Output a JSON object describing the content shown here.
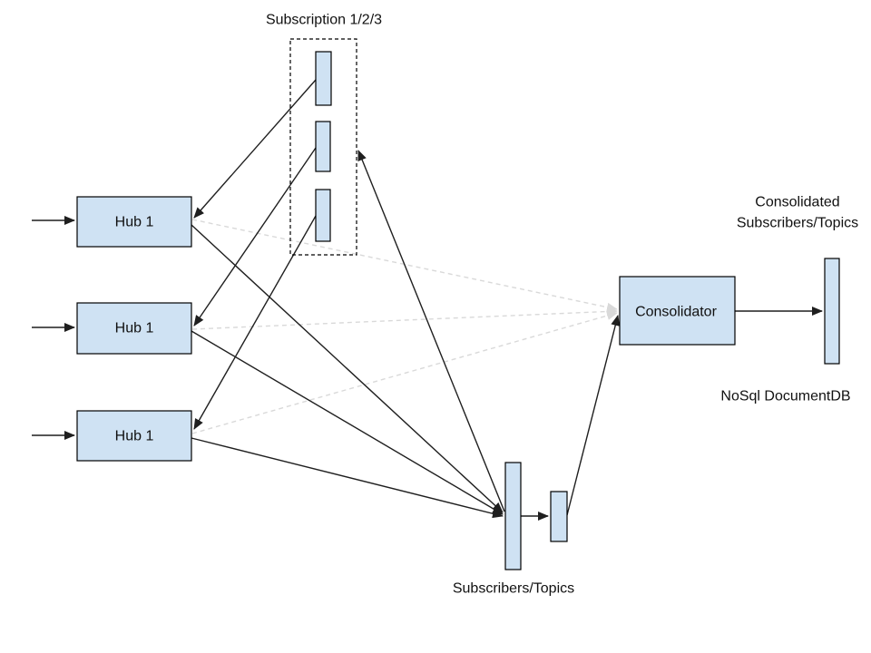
{
  "colors": {
    "background": "#ffffff",
    "node_fill": "#cfe2f3",
    "node_stroke": "#000000",
    "line": "#1f1f1f",
    "dashed": "#d9d9d9",
    "text": "#111111"
  },
  "labels": {
    "subscription_group": "Subscription 1/2/3",
    "hub_1": "Hub 1",
    "hub_2": "Hub 1",
    "hub_3": "Hub 1",
    "consolidator": "Consolidator",
    "consolidated_title_line1": "Consolidated",
    "consolidated_title_line2": "Subscribers/Topics",
    "nosql": "NoSql DocumentDB",
    "subscribers_topics": "Subscribers/Topics"
  },
  "nodes": [
    {
      "id": "subscription-group",
      "type": "dashed-group",
      "label": "Subscription 1/2/3",
      "contains": [
        "subscription-queue-1",
        "subscription-queue-2",
        "subscription-queue-3"
      ]
    },
    {
      "id": "hub-1",
      "type": "box",
      "label": "Hub 1"
    },
    {
      "id": "hub-2",
      "type": "box",
      "label": "Hub 1"
    },
    {
      "id": "hub-3",
      "type": "box",
      "label": "Hub 1"
    },
    {
      "id": "subscribers-topics-queue",
      "type": "queue",
      "label": "Subscribers/Topics"
    },
    {
      "id": "output-queue",
      "type": "queue",
      "label": ""
    },
    {
      "id": "consolidator",
      "type": "box",
      "label": "Consolidator"
    },
    {
      "id": "nosql-documentdb",
      "type": "store",
      "label": "NoSql DocumentDB",
      "title": "Consolidated Subscribers/Topics"
    }
  ],
  "edges": [
    {
      "from": "external",
      "to": "hub-1",
      "style": "solid"
    },
    {
      "from": "external",
      "to": "hub-2",
      "style": "solid"
    },
    {
      "from": "external",
      "to": "hub-3",
      "style": "solid"
    },
    {
      "from": "subscription-queue-1",
      "to": "hub-1",
      "style": "solid"
    },
    {
      "from": "subscription-queue-2",
      "to": "hub-2",
      "style": "solid"
    },
    {
      "from": "subscription-queue-3",
      "to": "hub-3",
      "style": "solid"
    },
    {
      "from": "hub-1",
      "to": "subscribers-topics-queue",
      "style": "solid"
    },
    {
      "from": "hub-2",
      "to": "subscribers-topics-queue",
      "style": "solid"
    },
    {
      "from": "hub-3",
      "to": "subscribers-topics-queue",
      "style": "solid"
    },
    {
      "from": "subscribers-topics-queue",
      "to": "subscription-group",
      "style": "solid"
    },
    {
      "from": "subscribers-topics-queue",
      "to": "output-queue",
      "style": "solid"
    },
    {
      "from": "output-queue",
      "to": "consolidator",
      "style": "solid"
    },
    {
      "from": "consolidator",
      "to": "nosql-documentdb",
      "style": "solid"
    },
    {
      "from": "hub-1",
      "to": "consolidator",
      "style": "dashed"
    },
    {
      "from": "hub-2",
      "to": "consolidator",
      "style": "dashed"
    },
    {
      "from": "hub-3",
      "to": "consolidator",
      "style": "dashed"
    }
  ]
}
